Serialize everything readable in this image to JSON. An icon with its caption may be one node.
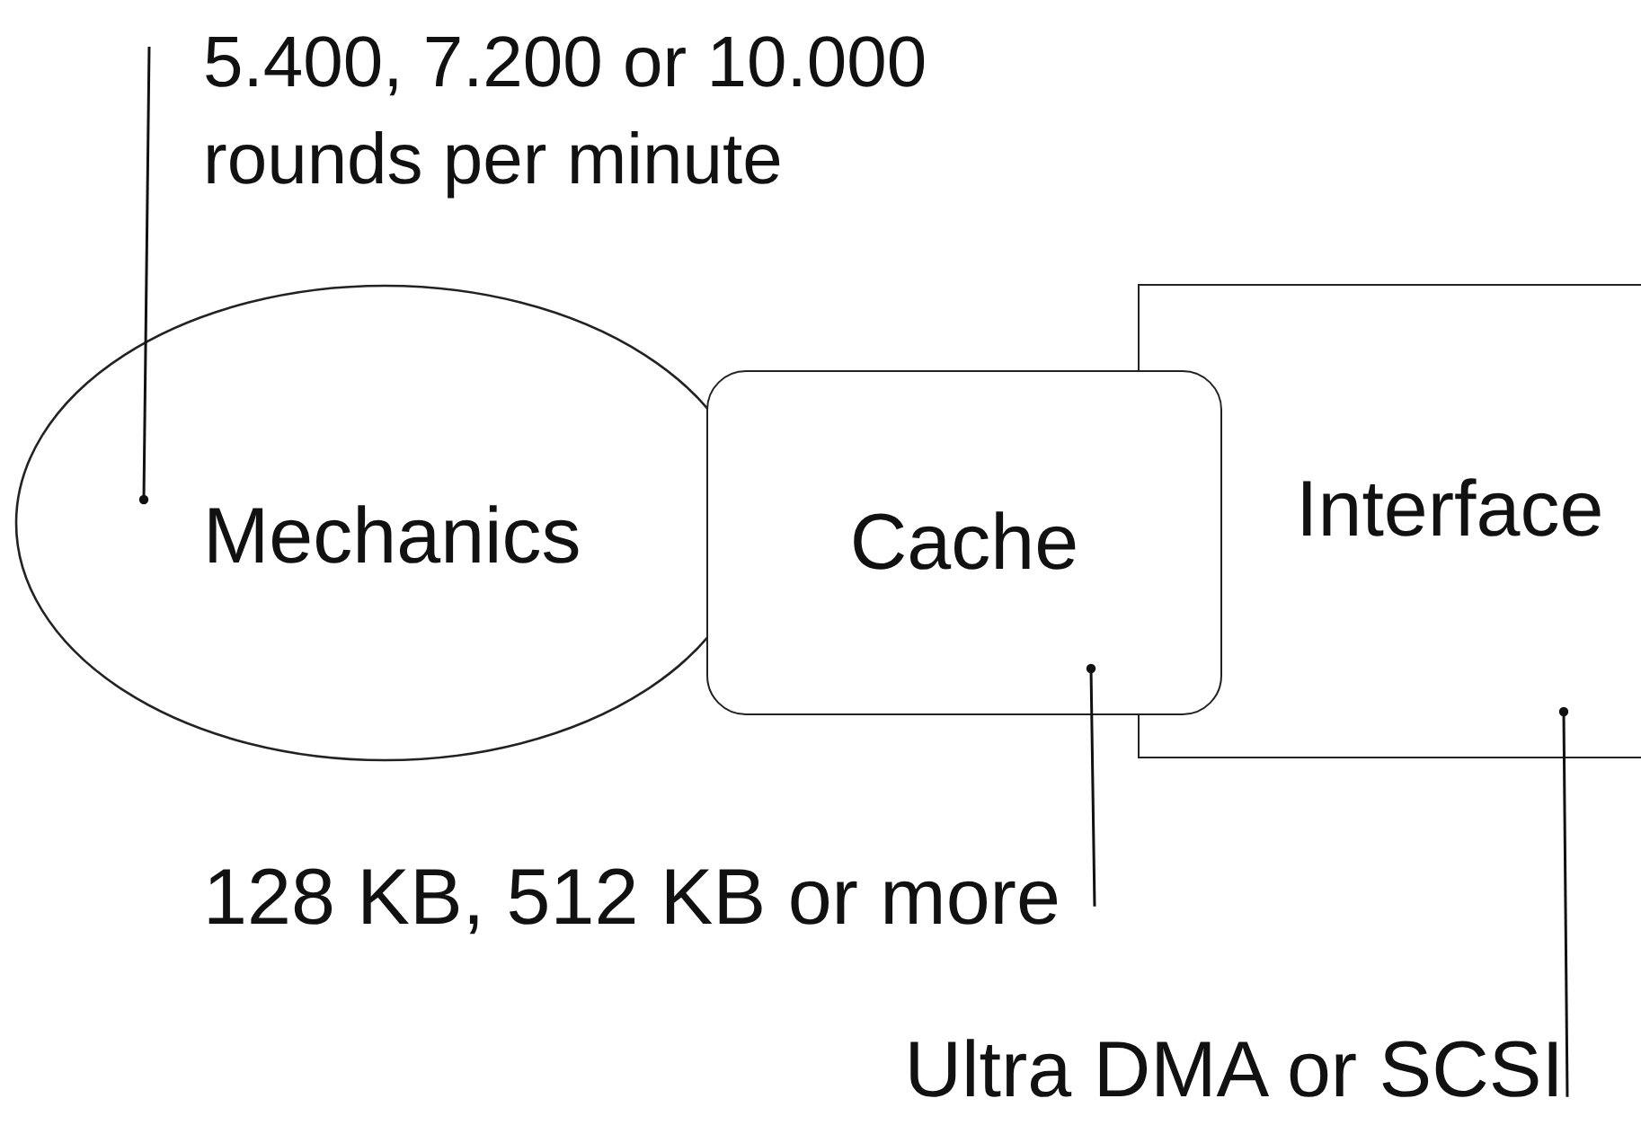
{
  "diagram": {
    "nodes": [
      {
        "text": [
          "5.400, 7.200 or 10.000 rounds per minute"
        ]
      },
      {
        "text": [
          "Mechanics"
        ]
      },
      {
        "text": [
          "Cache"
        ]
      },
      {
        "text": [
          "Interface"
        ]
      },
      {
        "text": [
          "128 KB, 512 KB or more"
        ]
      },
      {
        "text": [
          "Ultra DMA or SCSI"
        ]
      }
    ],
    "edges": [
      {
        "from": 0,
        "to": 1,
        "arrow": "other"
      },
      {
        "from": 4,
        "to": 2,
        "arrow": "other"
      },
      {
        "from": 5,
        "to": 3,
        "arrow": "other"
      }
    ]
  }
}
